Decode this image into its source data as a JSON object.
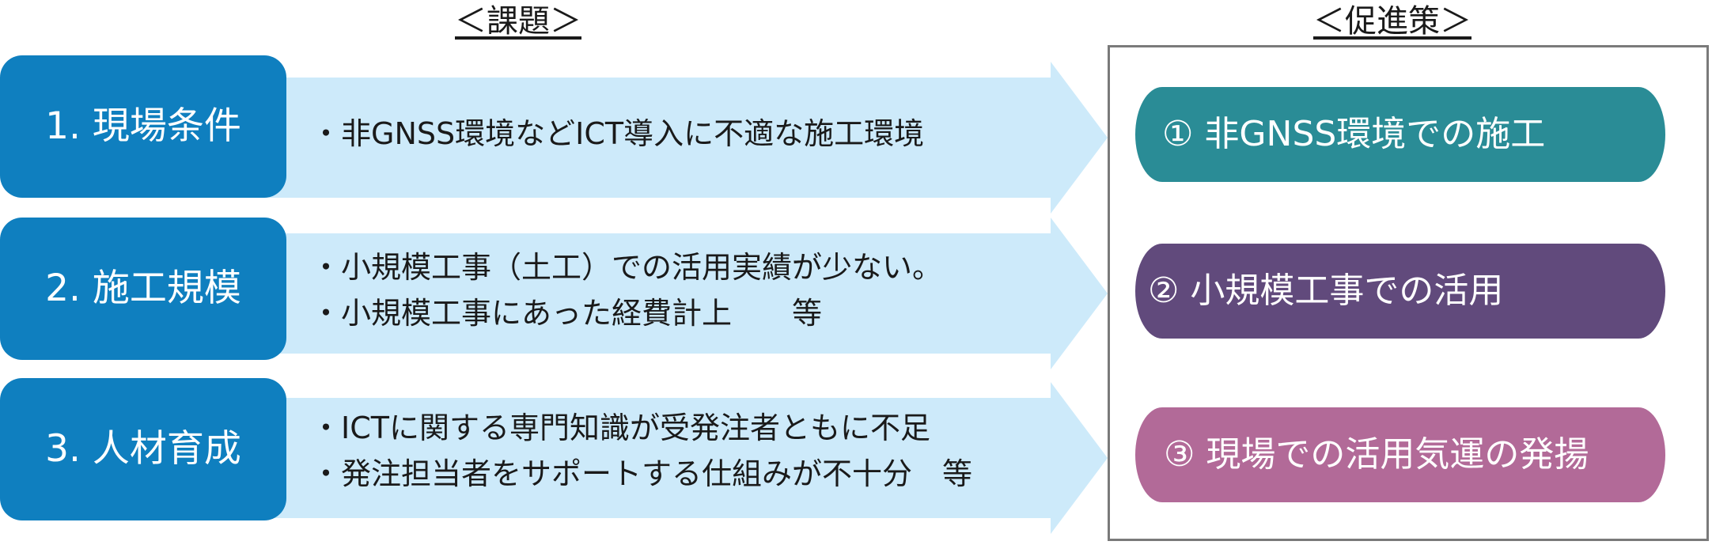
{
  "headings": {
    "issues": "＜課題＞",
    "measures": "＜促進策＞"
  },
  "rows": [
    {
      "issue": "1. 現場条件",
      "points": [
        "・非GNSS環境などICT導入に不適な施工環境"
      ]
    },
    {
      "issue": "2. 施工規模",
      "points": [
        "・小規模工事（土工）での活用実績が少ない。",
        "・小規模工事にあった経費計上　　等"
      ]
    },
    {
      "issue": "3. 人材育成",
      "points": [
        "・ICTに関する専門知識が受発注者ともに不足",
        "・発注担当者をサポートする仕組みが不十分　等"
      ]
    }
  ],
  "measures": [
    "① 非GNSS環境での施工",
    "② 小規模工事での活用",
    "③ 現場での活用気運の発揚"
  ],
  "colors": {
    "issue_box": "#0f7fbf",
    "arrow": "#cdeafa",
    "measure_1": "#2a8c96",
    "measure_2": "#614a7c",
    "measure_3": "#b26a98",
    "frame": "#7a7a7a"
  }
}
